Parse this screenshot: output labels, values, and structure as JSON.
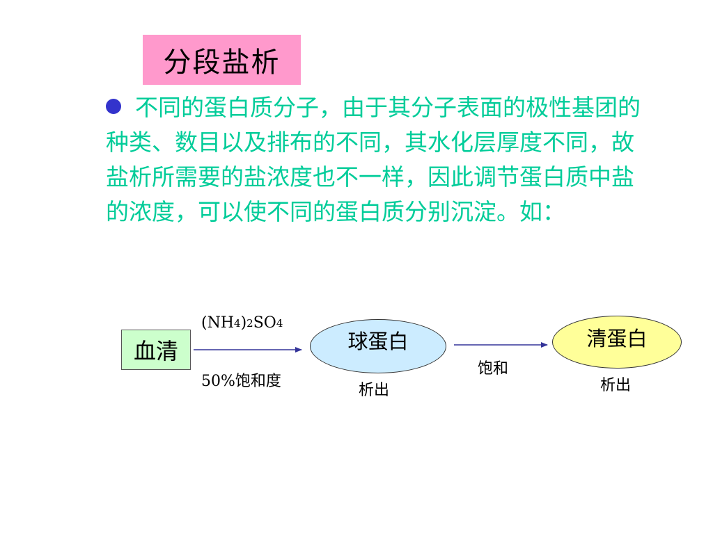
{
  "title": "分段盐析",
  "paragraph": "不同的蛋白质分子，由于其分子表面的极性基团的种类、数目以及排布的不同，其水化层厚度不同，故盐析所需要的盐浓度也不一样，因此调节蛋白质中盐的浓度，可以使不同的蛋白质分别沉淀。如：",
  "diagram": {
    "source": "血清",
    "reagent_main": "(NH",
    "reagent_sub1": "4",
    "reagent_mid": ")",
    "reagent_sub2": "2",
    "reagent_so": "SO",
    "reagent_sub3": "4",
    "step1_condition": "50%饱和度",
    "product1": "球蛋白",
    "product1_note": "析出",
    "step2_condition": "饱和",
    "product2": "清蛋白",
    "product2_note": "析出"
  },
  "colors": {
    "title_bg": "#ff99cc",
    "text": "#00cc99",
    "bullet": "#3333cc",
    "arrow": "#333399",
    "serum_bg": "#ccffcc",
    "globulin_bg": "#ccecff",
    "albumin_bg": "#ffff99"
  }
}
